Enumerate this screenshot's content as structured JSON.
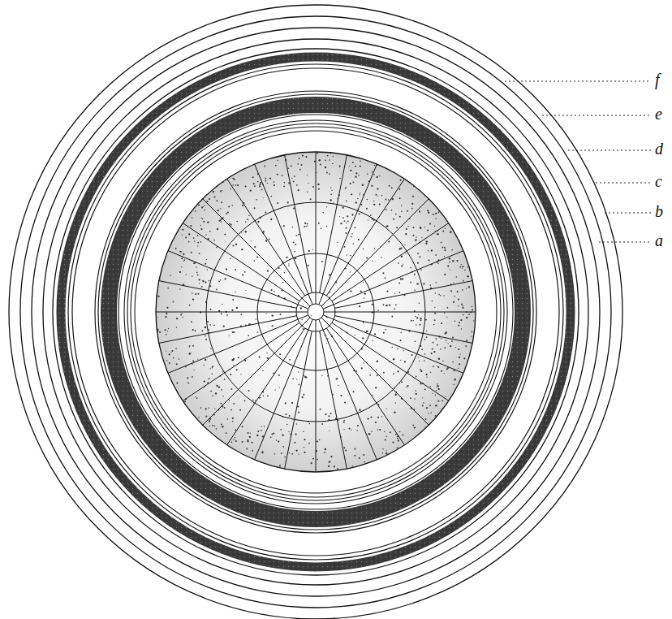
{
  "diagram": {
    "labels": [
      "f",
      "e",
      "d",
      "c",
      "b",
      "a"
    ]
  }
}
